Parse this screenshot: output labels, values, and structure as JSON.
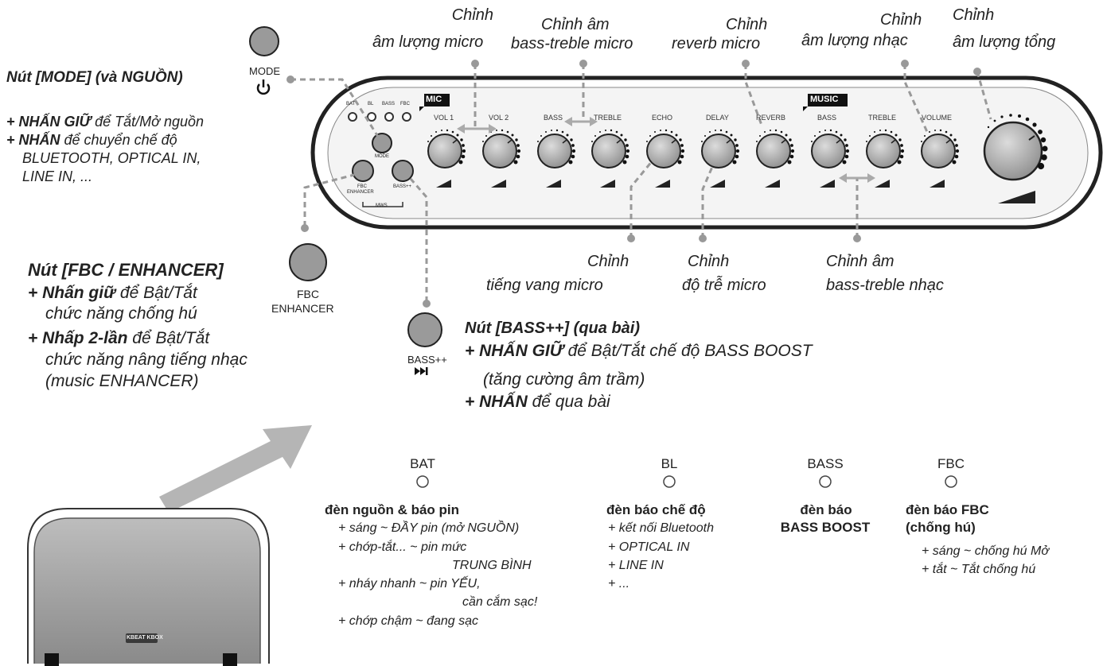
{
  "top_annotations": [
    {
      "line1": "Chỉnh",
      "line2": "âm lượng micro"
    },
    {
      "line1": "Chỉnh âm",
      "line2": "bass-treble micro"
    },
    {
      "line1": "Chỉnh",
      "line2": "reverb micro"
    },
    {
      "line1": "Chỉnh",
      "line2": "âm lượng nhạc"
    },
    {
      "line1": "Chỉnh",
      "line2": "âm lượng tổng"
    }
  ],
  "bottom_annotations": [
    {
      "line1": "Chỉnh",
      "line2": "tiếng vang micro"
    },
    {
      "line1": "Chỉnh",
      "line2": "độ trễ micro"
    },
    {
      "line1": "Chỉnh âm",
      "line2": "bass-treble nhạc"
    }
  ],
  "panel": {
    "mic_tag": "MIC",
    "music_tag": "MUSIC",
    "knob_labels": [
      "VOL 1",
      "VOL 2",
      "BASS",
      "TREBLE",
      "ECHO",
      "DELAY",
      "REVERB",
      "BASS",
      "TREBLE",
      "VOLUME"
    ],
    "led_labels": [
      "BAT",
      "BL",
      "BASS",
      "FBC"
    ],
    "mode_label": "MODE",
    "fbc_label_1": "FBC",
    "fbc_label_2": "ENHANCER",
    "bass_label": "BASS++",
    "mws_label": "MWS"
  },
  "mode_button": {
    "label": "MODE",
    "title": "Nút [MODE] (và NGUỒN)",
    "l1_bold": "+ NHẤN GIỮ",
    "l1_rest": " để Tắt/Mở nguồn",
    "l2_bold": "+ NHẤN",
    "l2_rest": " để chuyển chế độ",
    "l3": "BLUETOOTH, OPTICAL IN,",
    "l4": "LINE IN, ..."
  },
  "fbc_button": {
    "label1": "FBC",
    "label2": "ENHANCER",
    "title": "Nút [FBC / ENHANCER]",
    "l1_bold": "+ Nhấn giữ",
    "l1_rest": " để Bật/Tắt",
    "l2": "chức năng chống hú",
    "l3_bold": "+ Nhấp 2-lần",
    "l3_rest": " để Bật/Tắt",
    "l4": "chức năng nâng tiếng nhạc",
    "l5": "(music ENHANCER)"
  },
  "bass_button": {
    "label": "BASS++",
    "title": "Nút [BASS++] (qua bài)",
    "l1_bold": "+ NHẤN GIỮ",
    "l1_rest": " để Bật/Tắt chế độ BASS BOOST",
    "l2": "(tăng cường âm trầm)",
    "l3_bold": "+ NHẤN",
    "l3_rest": " để qua bài"
  },
  "leds": [
    {
      "name": "BAT",
      "title": "đèn nguồn & báo pin",
      "lines": [
        "+ sáng ~ ĐẦY pin (mở NGUỒN)",
        "+ chớp-tắt... ~ pin mức",
        "TRUNG BÌNH",
        "+ nháy nhanh ~ pin YẾU,",
        "cần cắm sạc!",
        "+ chớp chậm ~ đang sạc"
      ]
    },
    {
      "name": "BL",
      "title": "đèn báo chế độ",
      "lines": [
        "+ kết nối Bluetooth",
        "+ OPTICAL IN",
        "+ LINE IN",
        "+ ..."
      ]
    },
    {
      "name": "BASS",
      "title": "đèn báo",
      "title2": "BASS BOOST",
      "lines": []
    },
    {
      "name": "FBC",
      "title": "đèn báo FBC",
      "title2": "(chống hú)",
      "lines": [
        "+ sáng ~ chống hú Mở",
        "+ tắt ~ Tắt chống hú"
      ]
    }
  ],
  "logo_text": "KBEAT KBOX"
}
